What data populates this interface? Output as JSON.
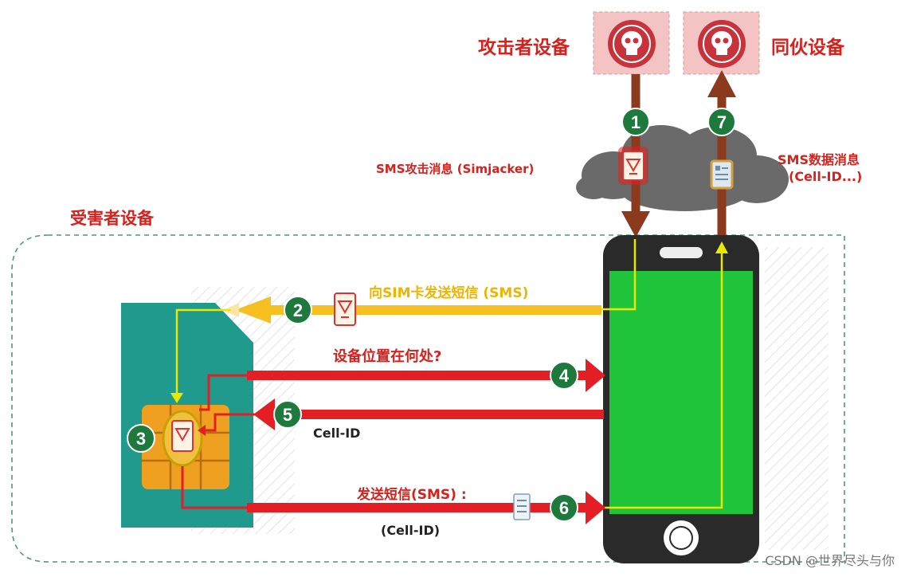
{
  "labels": {
    "attacker": "攻击者设备",
    "accomplice": "同伙设备",
    "victim": "受害者设备",
    "sms_attack": "SMS攻击消息 (Simjacker)",
    "sms_data_line1": "SMS数据消息",
    "sms_data_line2": "(Cell-ID...)",
    "send_to_sim": "向SIM卡发送短信 (SMS)",
    "where_device": "设备位置在何处?",
    "cell_id": "Cell-ID",
    "send_sms": "发送短信(SMS) :",
    "send_sms_cellid": "(Cell-ID)"
  },
  "steps": [
    "1",
    "2",
    "3",
    "4",
    "5",
    "6",
    "7"
  ],
  "watermark": "CSDN @世界尽头与你",
  "icons": [
    "skull-icon",
    "sms-attack-icon",
    "sms-data-icon",
    "sim-card-icon",
    "phone-icon"
  ],
  "colors": {
    "red_arrow": "#e31e24",
    "yellow_arrow": "#f5c020",
    "brown_arrow": "#8b3a1e",
    "sim": "#1f9a8c",
    "chip": "#f0a020",
    "phone": "#2a2a2a",
    "screen": "#1fc43a",
    "step_badge": "#1e7a3c",
    "skull_box": "#f4c4c4",
    "skull": "#c8323a"
  }
}
